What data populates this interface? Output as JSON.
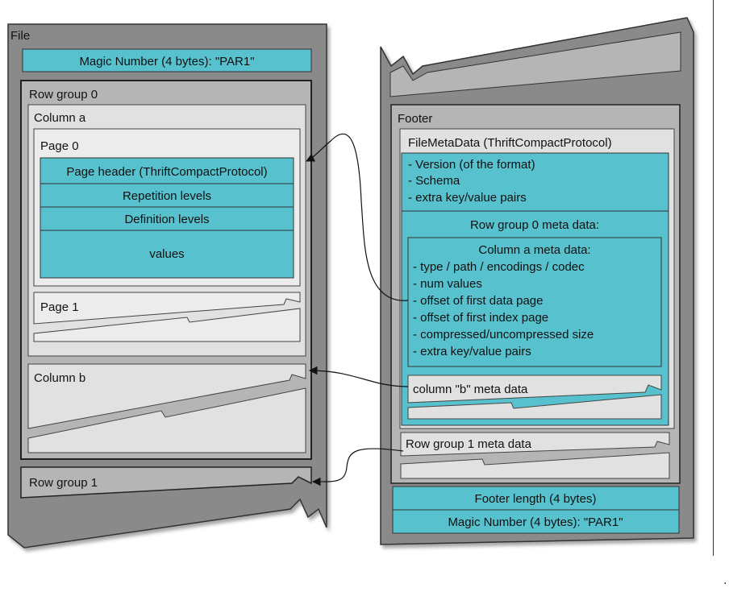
{
  "file": {
    "title": "File",
    "magic_top": "Magic Number (4 bytes): \"PAR1\"",
    "row_group_0": {
      "title": "Row group 0",
      "column_a": {
        "title": "Column a",
        "page_0": {
          "title": "Page 0",
          "header": "Page header (ThriftCompactProtocol)",
          "repetition": "Repetition levels",
          "definition": "Definition levels",
          "values": "values"
        },
        "page_1": {
          "title": "Page 1"
        }
      },
      "column_b": {
        "title": "Column b"
      }
    },
    "row_group_1": {
      "title": "Row group 1"
    }
  },
  "footer": {
    "title": "Footer",
    "file_meta": {
      "title": "FileMetaData (ThriftCompactProtocol)",
      "items": [
        "- Version (of the format)",
        "- Schema",
        "- extra key/value pairs"
      ],
      "row_group_0_meta": {
        "title": "Row group 0 meta data:",
        "column_a_meta": {
          "title": "Column a meta data:",
          "items": [
            "- type / path / encodings /  codec",
            "- num values",
            "- offset of first data page",
            "- offset of first index page",
            "- compressed/uncompressed size",
            "- extra key/value pairs"
          ]
        },
        "column_b_meta": "column \"b\" meta data"
      },
      "row_group_1_meta": "Row group 1 meta data"
    },
    "footer_length": "Footer length (4 bytes)",
    "magic_bottom": "Magic Number (4 bytes): \"PAR1\""
  },
  "colors": {
    "dark_gray": "#8a8a8a",
    "mid_gray": "#b5b5b5",
    "light_gray": "#e1e1e1",
    "lighter_gray": "#ececec",
    "teal": "#58c1ce",
    "outline": "#333333"
  },
  "trailing_mark": "."
}
